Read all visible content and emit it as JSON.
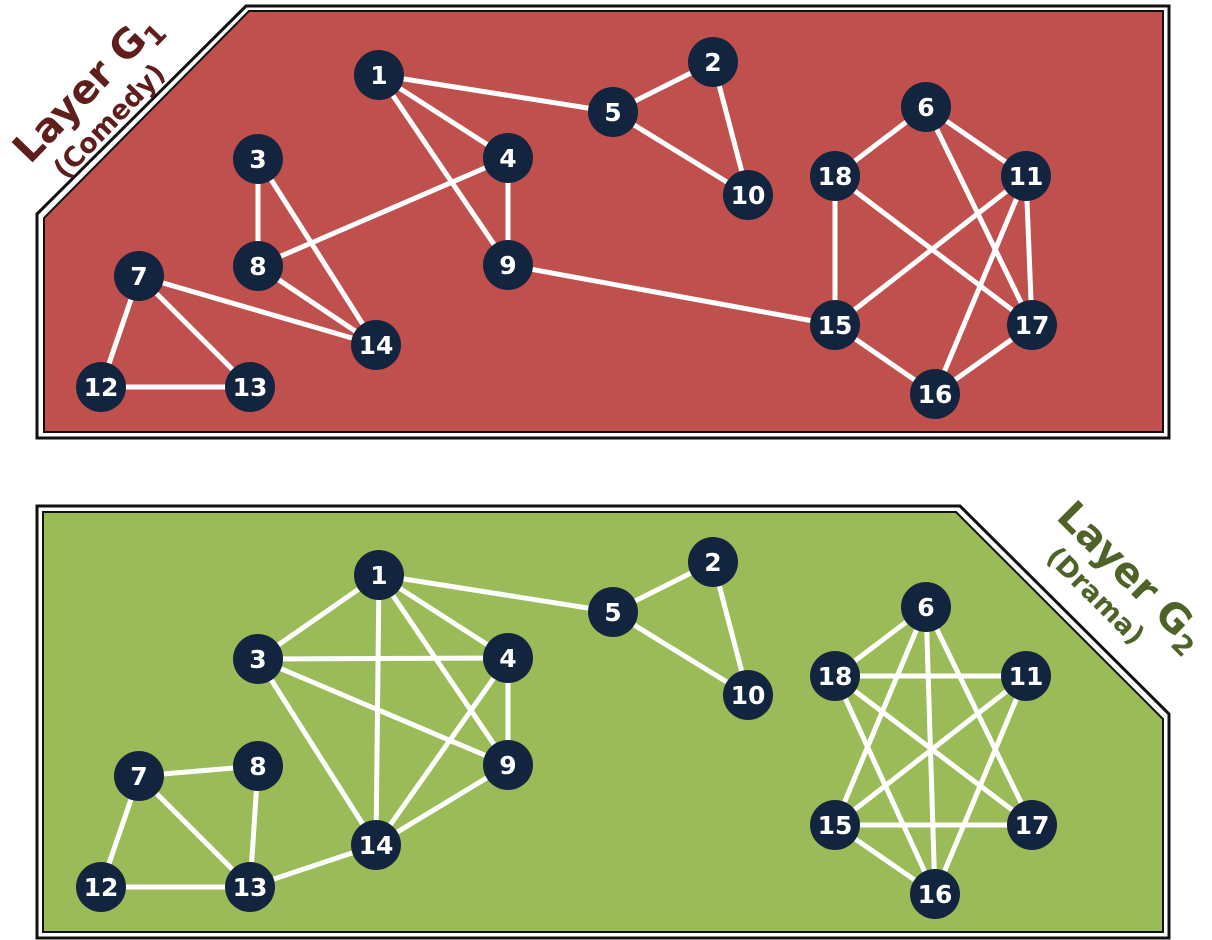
{
  "colors": {
    "comedy_fill": "#c0504d",
    "comedy_text": "#5e1e1c",
    "drama_fill": "#9bbb59",
    "drama_text": "#4f6228",
    "node_fill": "#13243f",
    "edge": "#ffffff",
    "border": "#111111"
  },
  "layers": [
    {
      "id": "comedy",
      "title": "Layer G",
      "subscript": "1",
      "subtitle": "(Comedy)",
      "edges": [
        [
          1,
          5
        ],
        [
          5,
          2
        ],
        [
          2,
          10
        ],
        [
          5,
          10
        ],
        [
          1,
          4
        ],
        [
          1,
          9
        ],
        [
          4,
          9
        ],
        [
          4,
          8
        ],
        [
          3,
          8
        ],
        [
          3,
          14
        ],
        [
          8,
          14
        ],
        [
          7,
          14
        ],
        [
          7,
          12
        ],
        [
          7,
          13
        ],
        [
          12,
          13
        ],
        [
          9,
          15
        ],
        [
          6,
          18
        ],
        [
          6,
          11
        ],
        [
          6,
          17
        ],
        [
          18,
          15
        ],
        [
          18,
          17
        ],
        [
          11,
          15
        ],
        [
          11,
          16
        ],
        [
          11,
          17
        ],
        [
          15,
          16
        ],
        [
          16,
          17
        ]
      ]
    },
    {
      "id": "drama",
      "title": "Layer G",
      "subscript": "2",
      "subtitle": "(Drama)",
      "edges": [
        [
          1,
          5
        ],
        [
          5,
          2
        ],
        [
          2,
          10
        ],
        [
          5,
          10
        ],
        [
          1,
          3
        ],
        [
          1,
          4
        ],
        [
          1,
          9
        ],
        [
          1,
          14
        ],
        [
          3,
          4
        ],
        [
          3,
          9
        ],
        [
          3,
          14
        ],
        [
          4,
          9
        ],
        [
          4,
          14
        ],
        [
          9,
          14
        ],
        [
          7,
          8
        ],
        [
          7,
          12
        ],
        [
          7,
          13
        ],
        [
          8,
          13
        ],
        [
          12,
          13
        ],
        [
          13,
          14
        ],
        [
          6,
          18
        ],
        [
          6,
          15
        ],
        [
          6,
          16
        ],
        [
          6,
          17
        ],
        [
          18,
          11
        ],
        [
          18,
          16
        ],
        [
          18,
          17
        ],
        [
          11,
          15
        ],
        [
          11,
          16
        ],
        [
          15,
          17
        ],
        [
          15,
          16
        ]
      ]
    }
  ]
}
